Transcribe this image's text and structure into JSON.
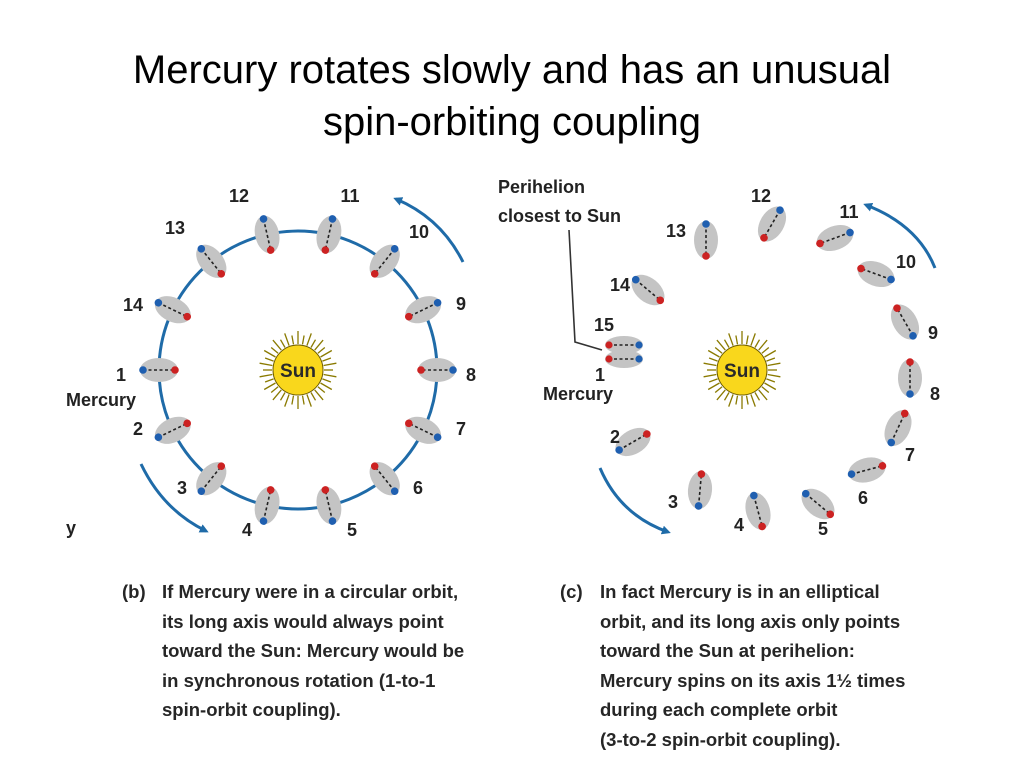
{
  "title_lines": [
    "Mercury rotates slowly and has an unusual",
    "spin-orbiting coupling"
  ],
  "colors": {
    "orbit": "#1f6ba8",
    "planet": "#c4c4c4",
    "pole_red": "#cc2222",
    "pole_blue": "#1f5fb0",
    "sun_fill": "#f9d71c",
    "sun_rays": "#8a7a00"
  },
  "panel_b": {
    "letter": "(b)",
    "caption_lines": [
      "If Mercury were in a circular orbit,",
      "its long axis would always point",
      "toward the Sun: Mercury would be",
      "in synchronous rotation (1-to-1",
      "spin-orbit coupling)."
    ],
    "sun_label": "Sun",
    "mercury_label": "Mercury",
    "cropped_label": "y",
    "position_labels": [
      "1",
      "2",
      "3",
      "4",
      "5",
      "6",
      "7",
      "8",
      "9",
      "10",
      "11",
      "12",
      "13",
      "14"
    ]
  },
  "panel_c": {
    "letter": "(c)",
    "caption_lines": [
      "In fact Mercury is in an elliptical",
      "orbit,  and its long axis only points",
      "toward the Sun at perihelion:",
      "Mercury spins on its  axis 1½ times",
      "during each complete orbit",
      "(3-to-2 spin-orbit coupling)."
    ],
    "sun_label": "Sun",
    "mercury_label": "Mercury",
    "perihelion_label_lines": [
      "Perihelion",
      "closest to Sun"
    ],
    "position_labels": [
      "1",
      "2",
      "3",
      "4",
      "5",
      "6",
      "7",
      "8",
      "9",
      "10",
      "11",
      "12",
      "13",
      "14",
      "15"
    ]
  }
}
